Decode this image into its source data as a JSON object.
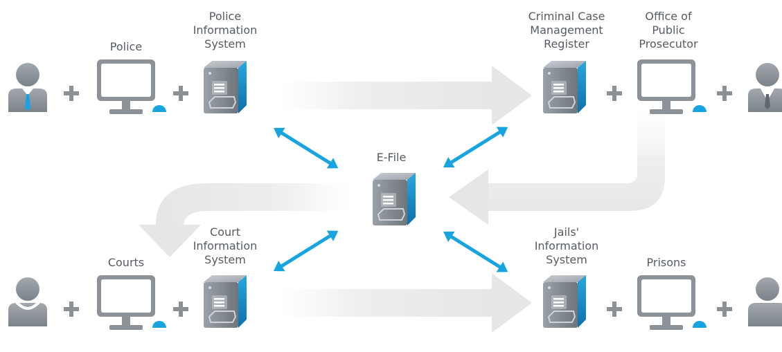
{
  "labels": {
    "police": "Police",
    "police_info_system": "Police\nInformation\nSystem",
    "criminal_case_register": "Criminal Case\nManagement\nRegister",
    "office_public_prosecutor": "Office of\nPublic\nProsecutor",
    "efile": "E-File",
    "courts": "Courts",
    "court_info_system": "Court\nInformation\nSystem",
    "jails_info_system": "Jails'\nInformation\nSystem",
    "prisons": "Prisons"
  },
  "icons": {
    "person": "person-icon",
    "monitor": "monitor-icon",
    "server": "server-icon",
    "plus": "plus-icon",
    "arrow": "double-arrow-icon"
  },
  "colors": {
    "accent_blue": "#18a4e0",
    "gray_icon": "#8a9096",
    "text": "#555b61",
    "flow_arrow": "#e9ebed"
  }
}
